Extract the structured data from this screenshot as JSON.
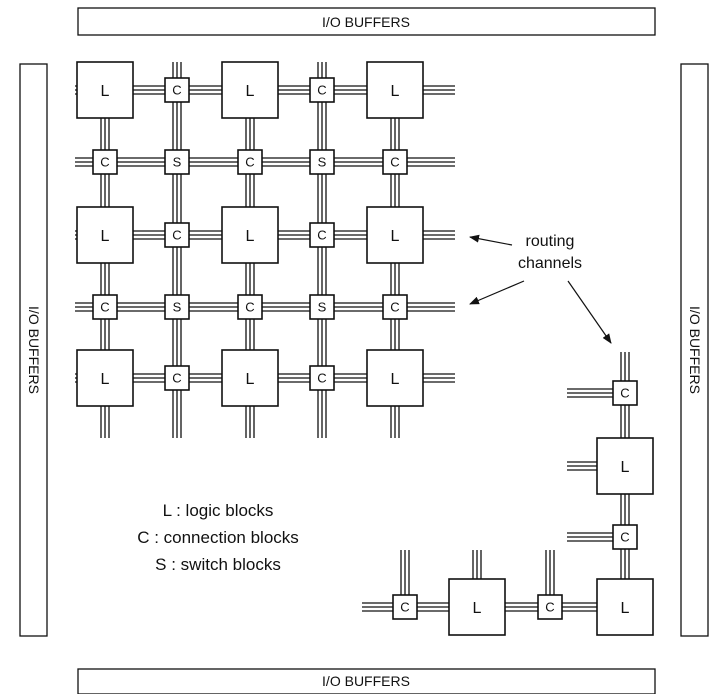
{
  "io_buffers": {
    "top": "I/O BUFFERS",
    "bottom": "I/O BUFFERS",
    "left": "I/O BUFFERS",
    "right": "I/O BUFFERS"
  },
  "blocks": {
    "logic": "L",
    "connection": "C",
    "switch": "S"
  },
  "grid_rows": [
    [
      "L",
      "C",
      "L",
      "C",
      "L"
    ],
    [
      "C",
      "S",
      "C",
      "S",
      "C"
    ],
    [
      "L",
      "C",
      "L",
      "C",
      "L"
    ],
    [
      "C",
      "S",
      "C",
      "S",
      "C"
    ],
    [
      "L",
      "C",
      "L",
      "C",
      "L"
    ]
  ],
  "corner_vertical": [
    "C",
    "L",
    "C",
    "L"
  ],
  "corner_horizontal": [
    "C",
    "L",
    "C"
  ],
  "annotation": {
    "line1": "routing",
    "line2": "channels"
  },
  "legend": [
    "L : logic blocks",
    "C : connection blocks",
    "S : switch blocks"
  ]
}
